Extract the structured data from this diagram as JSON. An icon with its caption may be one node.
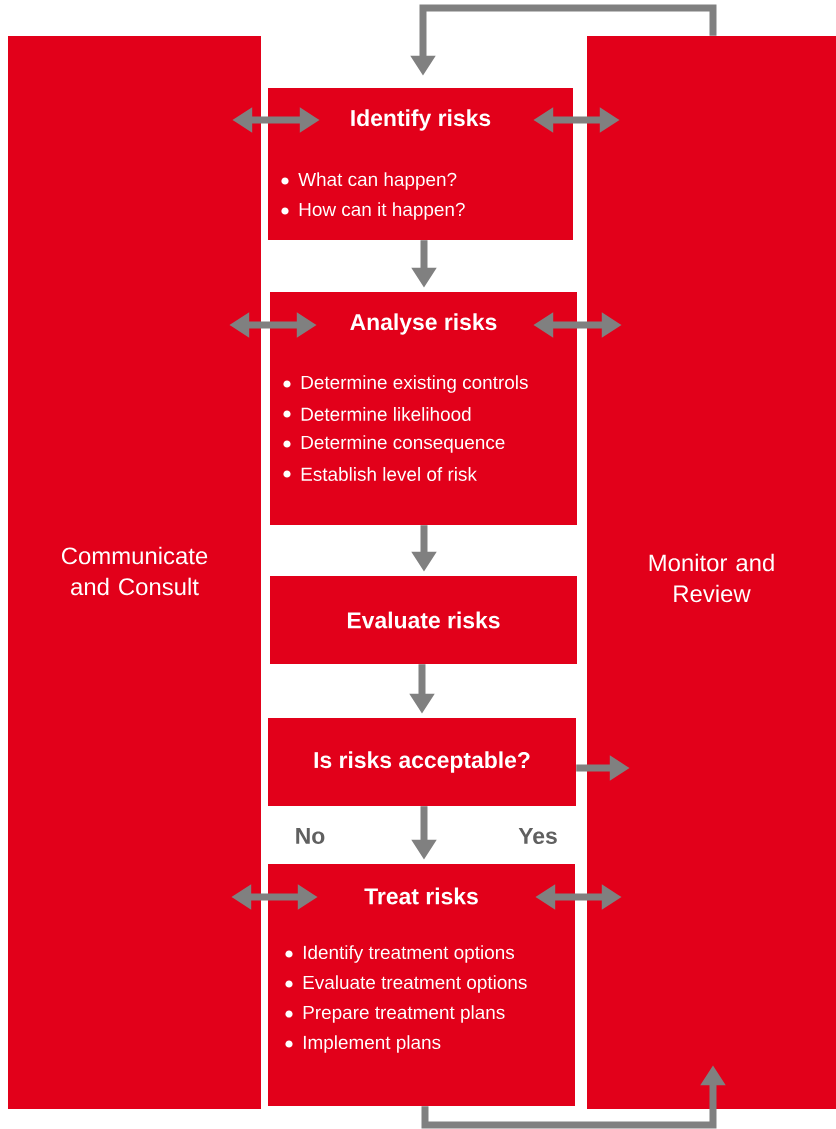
{
  "diagram": {
    "nodes": [
      {
        "text": [
          "Communicate and Consult"
        ]
      },
      {
        "text": [
          "Identify risks",
          "What can happen?",
          "How can it happen?"
        ]
      },
      {
        "text": [
          "Analyse risks",
          "Determine existing controls",
          "Determine likelihood",
          "Determine consequence",
          "Establish level of risk"
        ]
      },
      {
        "text": [
          "Evaluate risks"
        ]
      },
      {
        "text": [
          "Is risks acceptable?"
        ]
      },
      {
        "text": [
          "Treat risks",
          "Identify treatment options",
          "Evaluate treatment options",
          "Prepare treatment plans",
          "Implement plans"
        ]
      },
      {
        "text": [
          "Monitor and Review"
        ]
      }
    ],
    "edges": [
      {
        "from": 0,
        "to": 1,
        "arrow": "both"
      },
      {
        "from": 1,
        "to": 6,
        "arrow": "both"
      },
      {
        "from": 1,
        "to": 2,
        "arrow": "to"
      },
      {
        "from": 0,
        "to": 2,
        "arrow": "both"
      },
      {
        "from": 2,
        "to": 6,
        "arrow": "both"
      },
      {
        "from": 2,
        "to": 3,
        "arrow": "to"
      },
      {
        "from": 3,
        "to": 4,
        "arrow": "to"
      },
      {
        "from": 4,
        "to": 6,
        "arrow": "to"
      },
      {
        "from": 4,
        "to": 5,
        "arrow": "to"
      },
      {
        "from": 0,
        "to": 5,
        "arrow": "both"
      },
      {
        "from": 5,
        "to": 6,
        "arrow": "both"
      },
      {
        "from": 5,
        "to": 6,
        "arrow": "to"
      },
      {
        "from": 6,
        "to": 1,
        "arrow": "to"
      }
    ],
    "labels": [
      "No",
      "Yes"
    ]
  }
}
